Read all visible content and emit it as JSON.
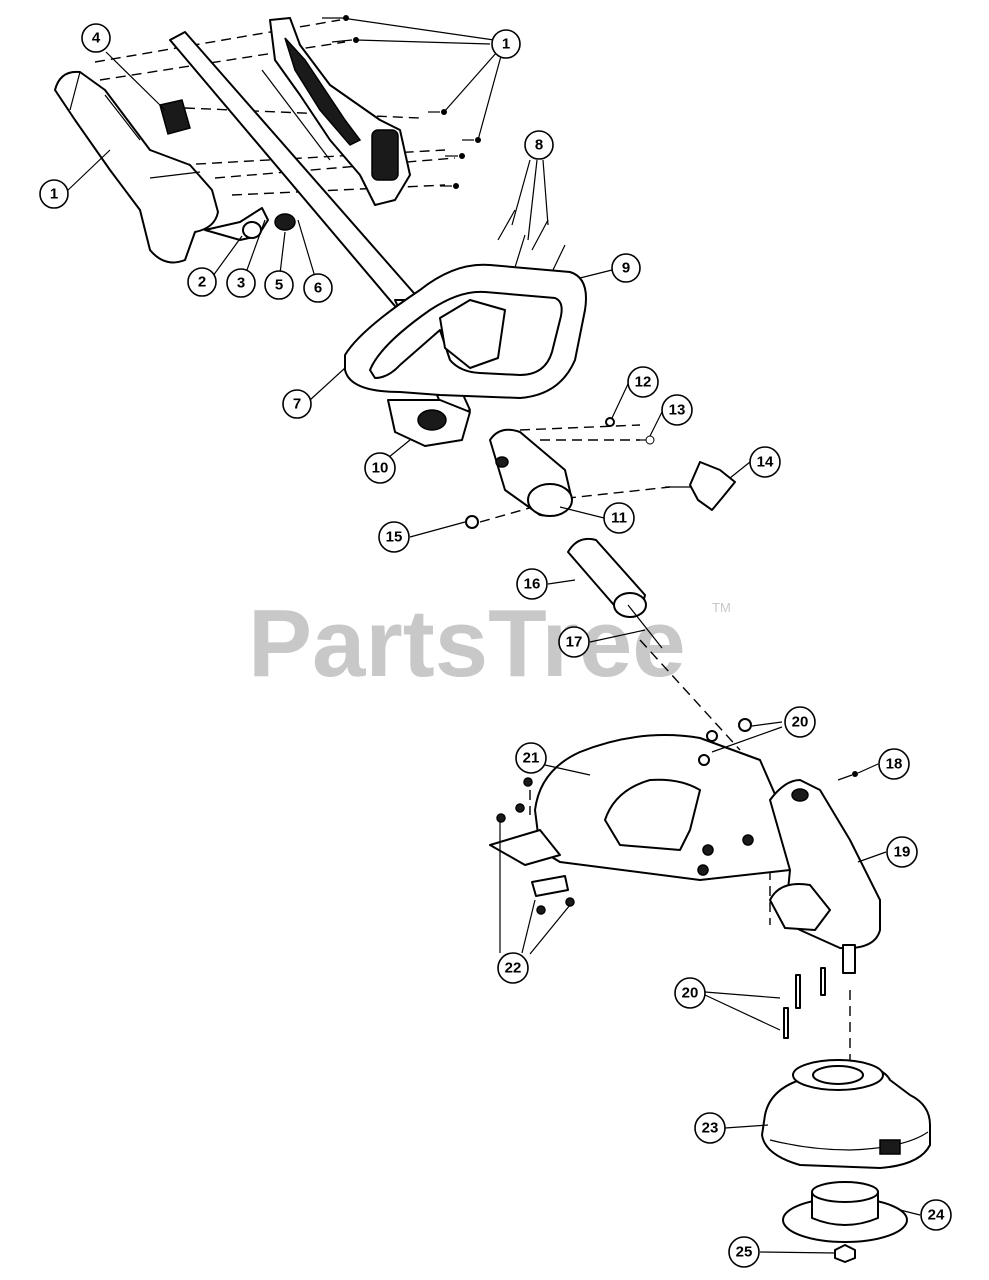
{
  "watermark": {
    "text": "PartsTree",
    "trademark": "TM"
  },
  "callouts": {
    "c1a": "1",
    "c1b": "1",
    "c2": "2",
    "c3": "3",
    "c4": "4",
    "c5": "5",
    "c6": "6",
    "c7": "7",
    "c8": "8",
    "c9": "9",
    "c10": "10",
    "c11": "11",
    "c12": "12",
    "c13": "13",
    "c14": "14",
    "c15": "15",
    "c16": "16",
    "c17": "17",
    "c18": "18",
    "c19": "19",
    "c20a": "20",
    "c20b": "20",
    "c21": "21",
    "c22": "22",
    "c23": "23",
    "c24": "24",
    "c25": "25"
  }
}
